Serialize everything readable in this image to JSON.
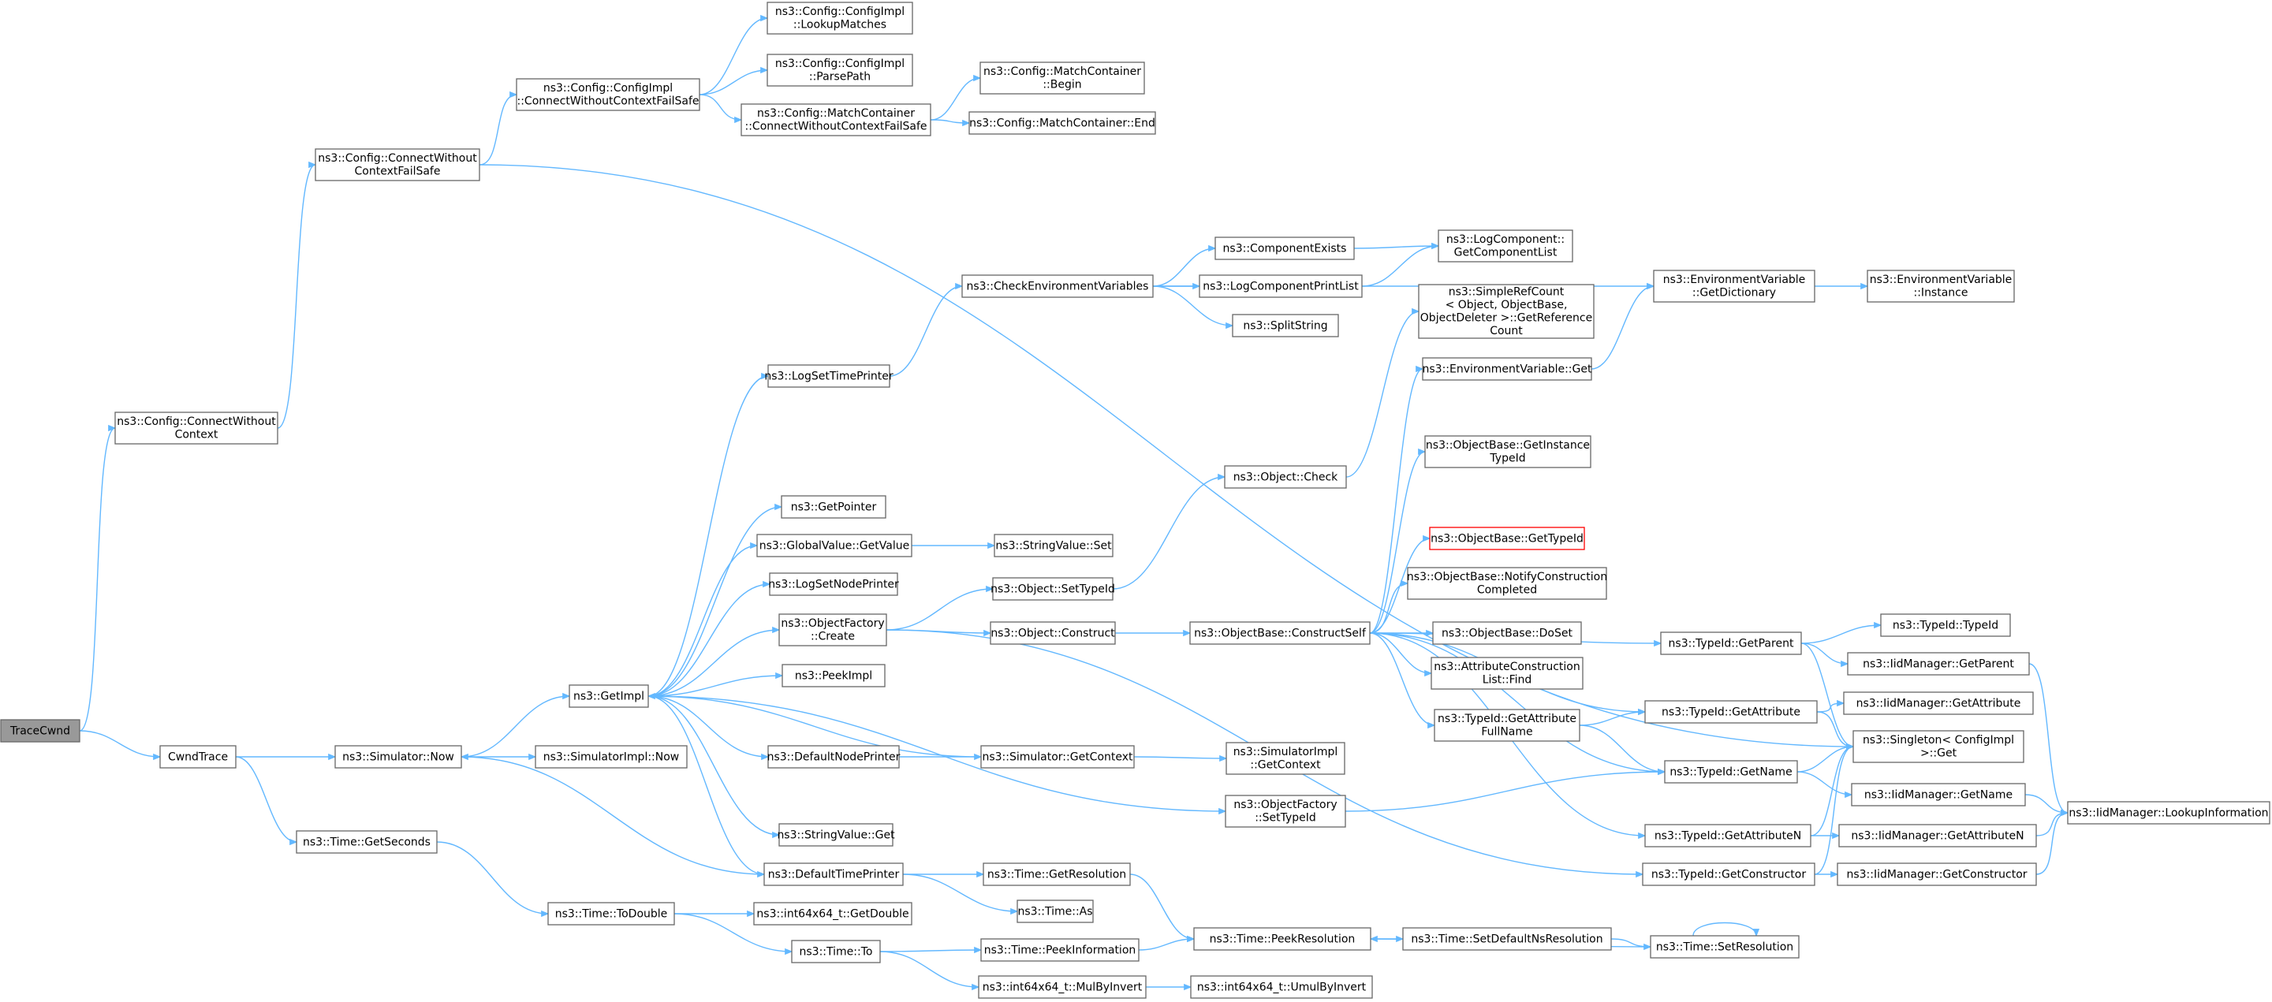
{
  "graph": {
    "nodes": [
      {
        "id": "root",
        "lines": [
          "TraceCwnd"
        ]
      },
      {
        "id": "cwnd",
        "lines": [
          "CwndTrace"
        ]
      },
      {
        "id": "ccw",
        "lines": [
          "ns3::Config::ConnectWithout",
          "Context"
        ]
      },
      {
        "id": "ccwfs",
        "lines": [
          "ns3::Config::ConnectWithout",
          "ContextFailSafe"
        ]
      },
      {
        "id": "ciconn",
        "lines": [
          "ns3::Config::ConfigImpl",
          "::ConnectWithoutContextFailSafe"
        ]
      },
      {
        "id": "cilookup",
        "lines": [
          "ns3::Config::ConfigImpl",
          "::LookupMatches"
        ]
      },
      {
        "id": "ciparse",
        "lines": [
          "ns3::Config::ConfigImpl",
          "::ParsePath"
        ]
      },
      {
        "id": "mcconn",
        "lines": [
          "ns3::Config::MatchContainer",
          "::ConnectWithoutContextFailSafe"
        ]
      },
      {
        "id": "mcbegin",
        "lines": [
          "ns3::Config::MatchContainer",
          "::Begin"
        ]
      },
      {
        "id": "mcend",
        "lines": [
          "ns3::Config::MatchContainer::End"
        ]
      },
      {
        "id": "simnow",
        "lines": [
          "ns3::Simulator::Now"
        ]
      },
      {
        "id": "timesec",
        "lines": [
          "ns3::Time::GetSeconds"
        ]
      },
      {
        "id": "getimpl",
        "lines": [
          "ns3::GetImpl"
        ]
      },
      {
        "id": "simimplnow",
        "lines": [
          "ns3::SimulatorImpl::Now"
        ]
      },
      {
        "id": "timetod",
        "lines": [
          "ns3::Time::ToDouble"
        ]
      },
      {
        "id": "getdouble",
        "lines": [
          "ns3::int64x64_t::GetDouble"
        ]
      },
      {
        "id": "timeto",
        "lines": [
          "ns3::Time::To"
        ]
      },
      {
        "id": "logtime",
        "lines": [
          "ns3::LogSetTimePrinter"
        ]
      },
      {
        "id": "getptr",
        "lines": [
          "ns3::GetPointer"
        ]
      },
      {
        "id": "gvget",
        "lines": [
          "ns3::GlobalValue::GetValue"
        ]
      },
      {
        "id": "lognode",
        "lines": [
          "ns3::LogSetNodePrinter"
        ]
      },
      {
        "id": "ofcreate",
        "lines": [
          "ns3::ObjectFactory",
          "::Create"
        ]
      },
      {
        "id": "peekimpl",
        "lines": [
          "ns3::PeekImpl"
        ]
      },
      {
        "id": "defnode",
        "lines": [
          "ns3::DefaultNodePrinter"
        ]
      },
      {
        "id": "svget",
        "lines": [
          "ns3::StringValue::Get"
        ]
      },
      {
        "id": "deftime",
        "lines": [
          "ns3::DefaultTimePrinter"
        ]
      },
      {
        "id": "checkenv",
        "lines": [
          "ns3::CheckEnvironmentVariables"
        ]
      },
      {
        "id": "svset",
        "lines": [
          "ns3::StringValue::Set"
        ]
      },
      {
        "id": "objsettid",
        "lines": [
          "ns3::Object::SetTypeId"
        ]
      },
      {
        "id": "objconstruct",
        "lines": [
          "ns3::Object::Construct"
        ]
      },
      {
        "id": "simgetctx",
        "lines": [
          "ns3::Simulator::GetContext"
        ]
      },
      {
        "id": "timegetres",
        "lines": [
          "ns3::Time::GetResolution"
        ]
      },
      {
        "id": "timeas",
        "lines": [
          "ns3::Time::As"
        ]
      },
      {
        "id": "timepeekinfo",
        "lines": [
          "ns3::Time::PeekInformation"
        ]
      },
      {
        "id": "mulbyinv",
        "lines": [
          "ns3::int64x64_t::MulByInvert"
        ]
      },
      {
        "id": "compexists",
        "lines": [
          "ns3::ComponentExists"
        ]
      },
      {
        "id": "logcompprint",
        "lines": [
          "ns3::LogComponentPrintList"
        ]
      },
      {
        "id": "splitstr",
        "lines": [
          "ns3::SplitString"
        ]
      },
      {
        "id": "objcheck",
        "lines": [
          "ns3::Object::Check"
        ]
      },
      {
        "id": "obconstruct",
        "lines": [
          "ns3::ObjectBase::ConstructSelf"
        ]
      },
      {
        "id": "simimplctx",
        "lines": [
          "ns3::SimulatorImpl",
          "::GetContext"
        ]
      },
      {
        "id": "ofsettid",
        "lines": [
          "ns3::ObjectFactory",
          "::SetTypeId"
        ]
      },
      {
        "id": "timepeekres",
        "lines": [
          "ns3::Time::PeekResolution"
        ]
      },
      {
        "id": "umulbyinv",
        "lines": [
          "ns3::int64x64_t::UmulByInvert"
        ]
      },
      {
        "id": "logcompget",
        "lines": [
          "ns3::LogComponent::",
          "GetComponentList"
        ]
      },
      {
        "id": "srcgetref",
        "lines": [
          "ns3::SimpleRefCount",
          "< Object, ObjectBase,",
          "ObjectDeleter >::GetReference",
          "Count"
        ]
      },
      {
        "id": "envget",
        "lines": [
          "ns3::EnvironmentVariable::Get"
        ]
      },
      {
        "id": "obgetinst",
        "lines": [
          "ns3::ObjectBase::GetInstance",
          "TypeId"
        ]
      },
      {
        "id": "obgettid",
        "lines": [
          "ns3::ObjectBase::GetTypeId"
        ],
        "warn": true
      },
      {
        "id": "obnotify",
        "lines": [
          "ns3::ObjectBase::NotifyConstruction",
          "Completed"
        ]
      },
      {
        "id": "obdoset",
        "lines": [
          "ns3::ObjectBase::DoSet"
        ]
      },
      {
        "id": "attrfind",
        "lines": [
          "ns3::AttributeConstruction",
          "List::Find"
        ]
      },
      {
        "id": "tidgetattrfull",
        "lines": [
          "ns3::TypeId::GetAttribute",
          "FullName"
        ]
      },
      {
        "id": "timesetdef",
        "lines": [
          "ns3::Time::SetDefaultNsResolution"
        ]
      },
      {
        "id": "envgetdict",
        "lines": [
          "ns3::EnvironmentVariable",
          "::GetDictionary"
        ]
      },
      {
        "id": "tidgetparent",
        "lines": [
          "ns3::TypeId::GetParent"
        ]
      },
      {
        "id": "tidgetattr",
        "lines": [
          "ns3::TypeId::GetAttribute"
        ]
      },
      {
        "id": "tidgetname",
        "lines": [
          "ns3::TypeId::GetName"
        ]
      },
      {
        "id": "tidgetattrn",
        "lines": [
          "ns3::TypeId::GetAttributeN"
        ]
      },
      {
        "id": "tidgetctor",
        "lines": [
          "ns3::TypeId::GetConstructor"
        ]
      },
      {
        "id": "timesetres",
        "lines": [
          "ns3::Time::SetResolution"
        ]
      },
      {
        "id": "envinst",
        "lines": [
          "ns3::EnvironmentVariable",
          "::Instance"
        ]
      },
      {
        "id": "tidtid",
        "lines": [
          "ns3::TypeId::TypeId"
        ]
      },
      {
        "id": "iidgetparent",
        "lines": [
          "ns3::IidManager::GetParent"
        ]
      },
      {
        "id": "iidgetattr",
        "lines": [
          "ns3::IidManager::GetAttribute"
        ]
      },
      {
        "id": "singleton",
        "lines": [
          "ns3::Singleton< ConfigImpl",
          ">::Get"
        ]
      },
      {
        "id": "iidgetname",
        "lines": [
          "ns3::IidManager::GetName"
        ]
      },
      {
        "id": "iidgetattrn",
        "lines": [
          "ns3::IidManager::GetAttributeN"
        ]
      },
      {
        "id": "iidgetctor",
        "lines": [
          "ns3::IidManager::GetConstructor"
        ]
      },
      {
        "id": "iidlookup",
        "lines": [
          "ns3::IidManager::LookupInformation"
        ]
      }
    ]
  }
}
